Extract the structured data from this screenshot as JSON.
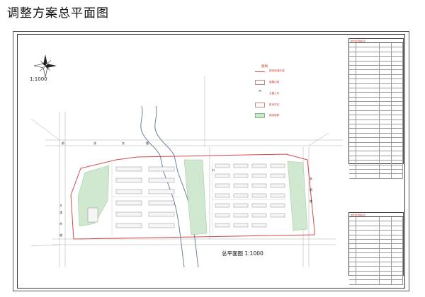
{
  "page_title": "调整方案总平面图",
  "scale_note": "1:1000",
  "north_label": "N",
  "plan_caption": "总平面图 1:1000",
  "legend": {
    "title": "图例",
    "items": [
      "规划用地红线",
      "道路边线",
      "主要入口",
      "机动车位",
      "绿地面积"
    ]
  },
  "road_labels": [
    "前",
    "进",
    "东",
    "路",
    "口",
    "大",
    "津",
    "市",
    "道",
    "长",
    "明",
    "路"
  ],
  "table_top": {
    "header": "技术经济指标表",
    "rows": 30
  },
  "table_bottom": {
    "header": "技术经济指标表",
    "rows": 15
  },
  "colors": {
    "red_line": "#d44a4a",
    "green": "#7fbf7f",
    "river": "#6a7f9f"
  }
}
